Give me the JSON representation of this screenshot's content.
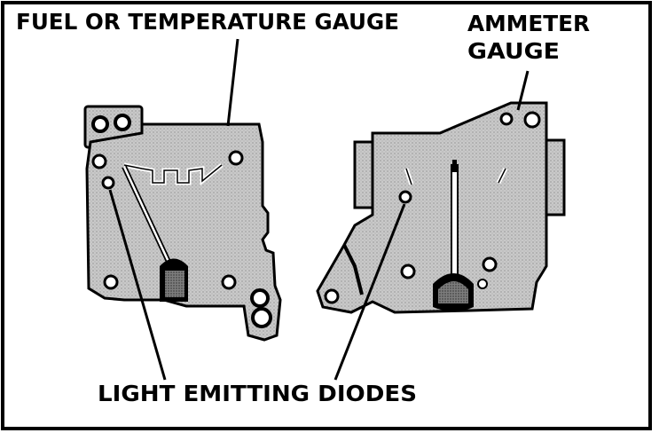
{
  "labels": {
    "fuel_gauge": "FUEL OR TEMPERATURE GAUGE",
    "ammeter_line1": "AMMETER",
    "ammeter_line2": "GAUGE",
    "leds": "LIGHT EMITTING  DIODES"
  },
  "colors": {
    "ink": "#000000",
    "plate": "#c9c9c9",
    "paper": "#ffffff"
  }
}
